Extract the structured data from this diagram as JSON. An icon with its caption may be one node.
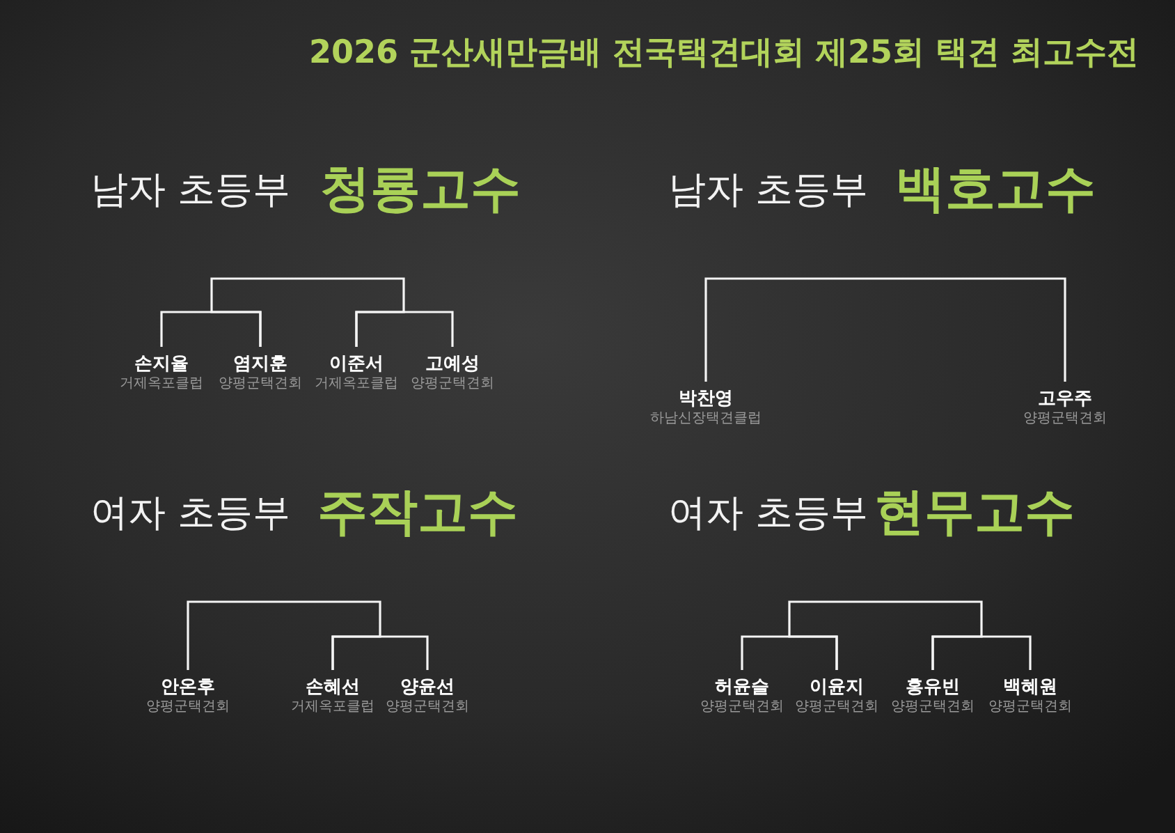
{
  "diagram": {
    "title": "2026 군산새만금배 전국택견대회 제25회 택견 최고수전",
    "nodes": [
      {
        "text": [
          "손지율",
          "거제옥포클럽"
        ]
      },
      {
        "text": [
          "염지훈",
          "양평군택견회"
        ]
      },
      {
        "text": [
          "이준서",
          "거제옥포클럽"
        ]
      },
      {
        "text": [
          "고예성",
          "양평군택견회"
        ]
      },
      {
        "text": [
          "박찬영",
          "하남신장택견클럽"
        ]
      },
      {
        "text": [
          "고우주",
          "양평군택견회"
        ]
      },
      {
        "text": [
          "안온후",
          "양평군택견회"
        ]
      },
      {
        "text": [
          "손혜선",
          "거제옥포클럽"
        ]
      },
      {
        "text": [
          "양윤선",
          "양평군택견회"
        ]
      },
      {
        "text": [
          "허윤슬",
          "양평군택견회"
        ]
      },
      {
        "text": [
          "이윤지",
          "양평군택견회"
        ]
      },
      {
        "text": [
          "홍유빈",
          "양평군택견회"
        ]
      },
      {
        "text": [
          "백혜원",
          "양평군택견회"
        ]
      }
    ],
    "edges": [
      {
        "from": 0,
        "to": 1,
        "arrow": "none"
      },
      {
        "from": 2,
        "to": 3,
        "arrow": "none"
      },
      {
        "from": 1,
        "to": 2,
        "arrow": "none"
      },
      {
        "from": 4,
        "to": 5,
        "arrow": "none"
      },
      {
        "from": 7,
        "to": 8,
        "arrow": "none"
      },
      {
        "from": 6,
        "to": 7,
        "arrow": "none"
      },
      {
        "from": 9,
        "to": 10,
        "arrow": "none"
      },
      {
        "from": 11,
        "to": 12,
        "arrow": "none"
      },
      {
        "from": 10,
        "to": 11,
        "arrow": "none"
      }
    ],
    "labels": [
      "남자 초등부",
      "청룡고수",
      "남자 초등부",
      "백호고수",
      "여자 초등부",
      "주작고수",
      "여자 초등부",
      "현무고수"
    ]
  }
}
